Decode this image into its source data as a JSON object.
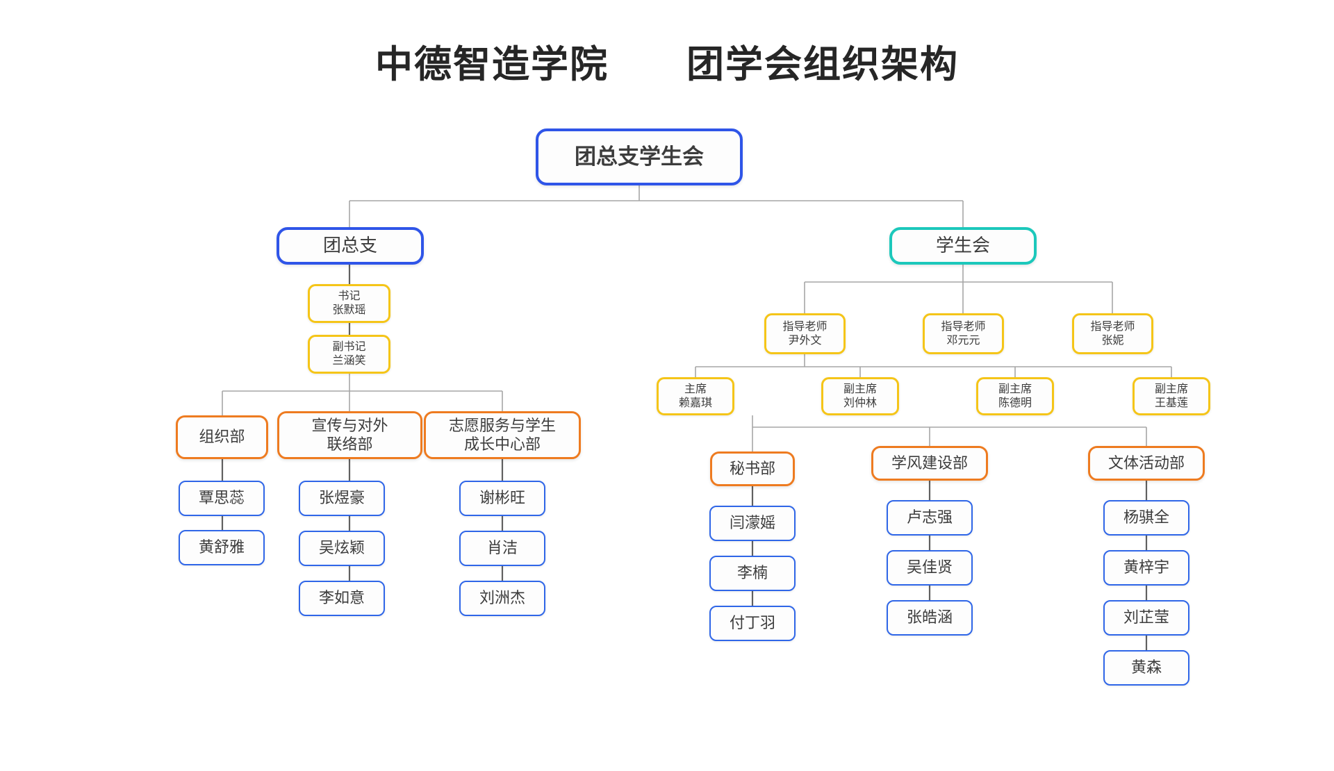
{
  "title": "中德智造学院　　团学会组织架构",
  "colors": {
    "root_border": "#2f55e8",
    "tuan_border": "#2f55e8",
    "xsh_border": "#1cc8bb",
    "leader_border": "#f5c518",
    "dept_border": "#ee7b20",
    "member_border": "#2f66e8",
    "connector": "#a6a6a6",
    "title_text": "#262626",
    "background": "#ffffff"
  },
  "root": {
    "label": "团总支学生会"
  },
  "branches": {
    "tuanzongzhi": {
      "label": "团总支",
      "leaders": [
        {
          "role": "书记",
          "name": "张默瑶",
          "label": "书记\n张默瑶"
        },
        {
          "role": "副书记",
          "name": "兰涵笑",
          "label": "副书记\n兰涵笑"
        }
      ],
      "departments": [
        {
          "label": "组织部",
          "members": [
            {
              "label": "覃思蕊"
            },
            {
              "label": "黄舒雅"
            }
          ]
        },
        {
          "label": "宣传与对外\n联络部",
          "members": [
            {
              "label": "张煜豪"
            },
            {
              "label": "吴炫颖"
            },
            {
              "label": "李如意"
            }
          ]
        },
        {
          "label": "志愿服务与学生\n成长中心部",
          "members": [
            {
              "label": "谢彬旺"
            },
            {
              "label": "肖洁"
            },
            {
              "label": "刘洲杰"
            }
          ]
        }
      ]
    },
    "xueshenghui": {
      "label": "学生会",
      "advisors": [
        {
          "role": "指导老师",
          "name": "尹外文",
          "label": "指导老师\n尹外文"
        },
        {
          "role": "指导老师",
          "name": "邓元元",
          "label": "指导老师\n邓元元"
        },
        {
          "role": "指导老师",
          "name": "张妮",
          "label": "指导老师\n张妮"
        }
      ],
      "chairs": [
        {
          "role": "主席",
          "name": "赖嘉琪",
          "label": "主席\n赖嘉琪"
        },
        {
          "role": "副主席",
          "name": "刘仲林",
          "label": "副主席\n刘仲林"
        },
        {
          "role": "副主席",
          "name": "陈德明",
          "label": "副主席\n陈德明"
        },
        {
          "role": "副主席",
          "name": "王基莲",
          "label": "副主席\n王基莲"
        }
      ],
      "departments": [
        {
          "label": "秘书部",
          "members": [
            {
              "label": "闫濛媱"
            },
            {
              "label": "李楠"
            },
            {
              "label": "付丁羽"
            }
          ]
        },
        {
          "label": "学风建设部",
          "members": [
            {
              "label": "卢志强"
            },
            {
              "label": "吴佳贤"
            },
            {
              "label": "张皓涵"
            }
          ]
        },
        {
          "label": "文体活动部",
          "members": [
            {
              "label": "杨骐全"
            },
            {
              "label": "黄梓宇"
            },
            {
              "label": "刘芷莹"
            },
            {
              "label": "黄森"
            }
          ]
        }
      ]
    }
  }
}
